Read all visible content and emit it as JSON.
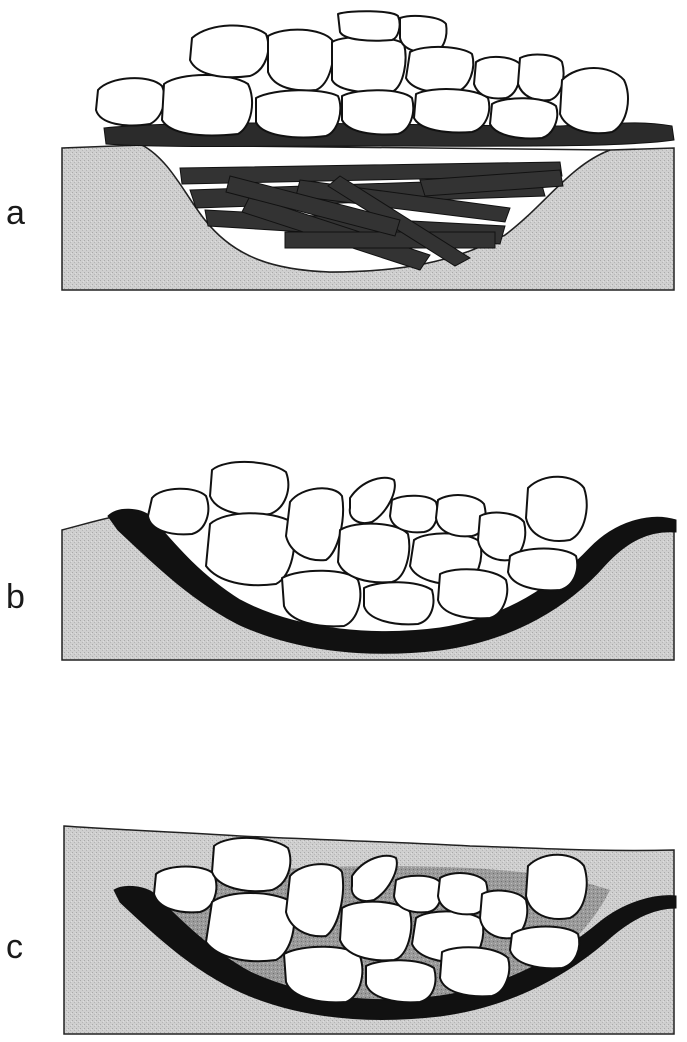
{
  "panels": [
    {
      "label": "a"
    },
    {
      "label": "b"
    },
    {
      "label": "c"
    }
  ],
  "colors": {
    "ground": "#c8c8c8",
    "charcoal": "#1c1c1c",
    "wood": "#3a3a3a",
    "stone_fill": "#ffffff",
    "outline": "#111111"
  }
}
